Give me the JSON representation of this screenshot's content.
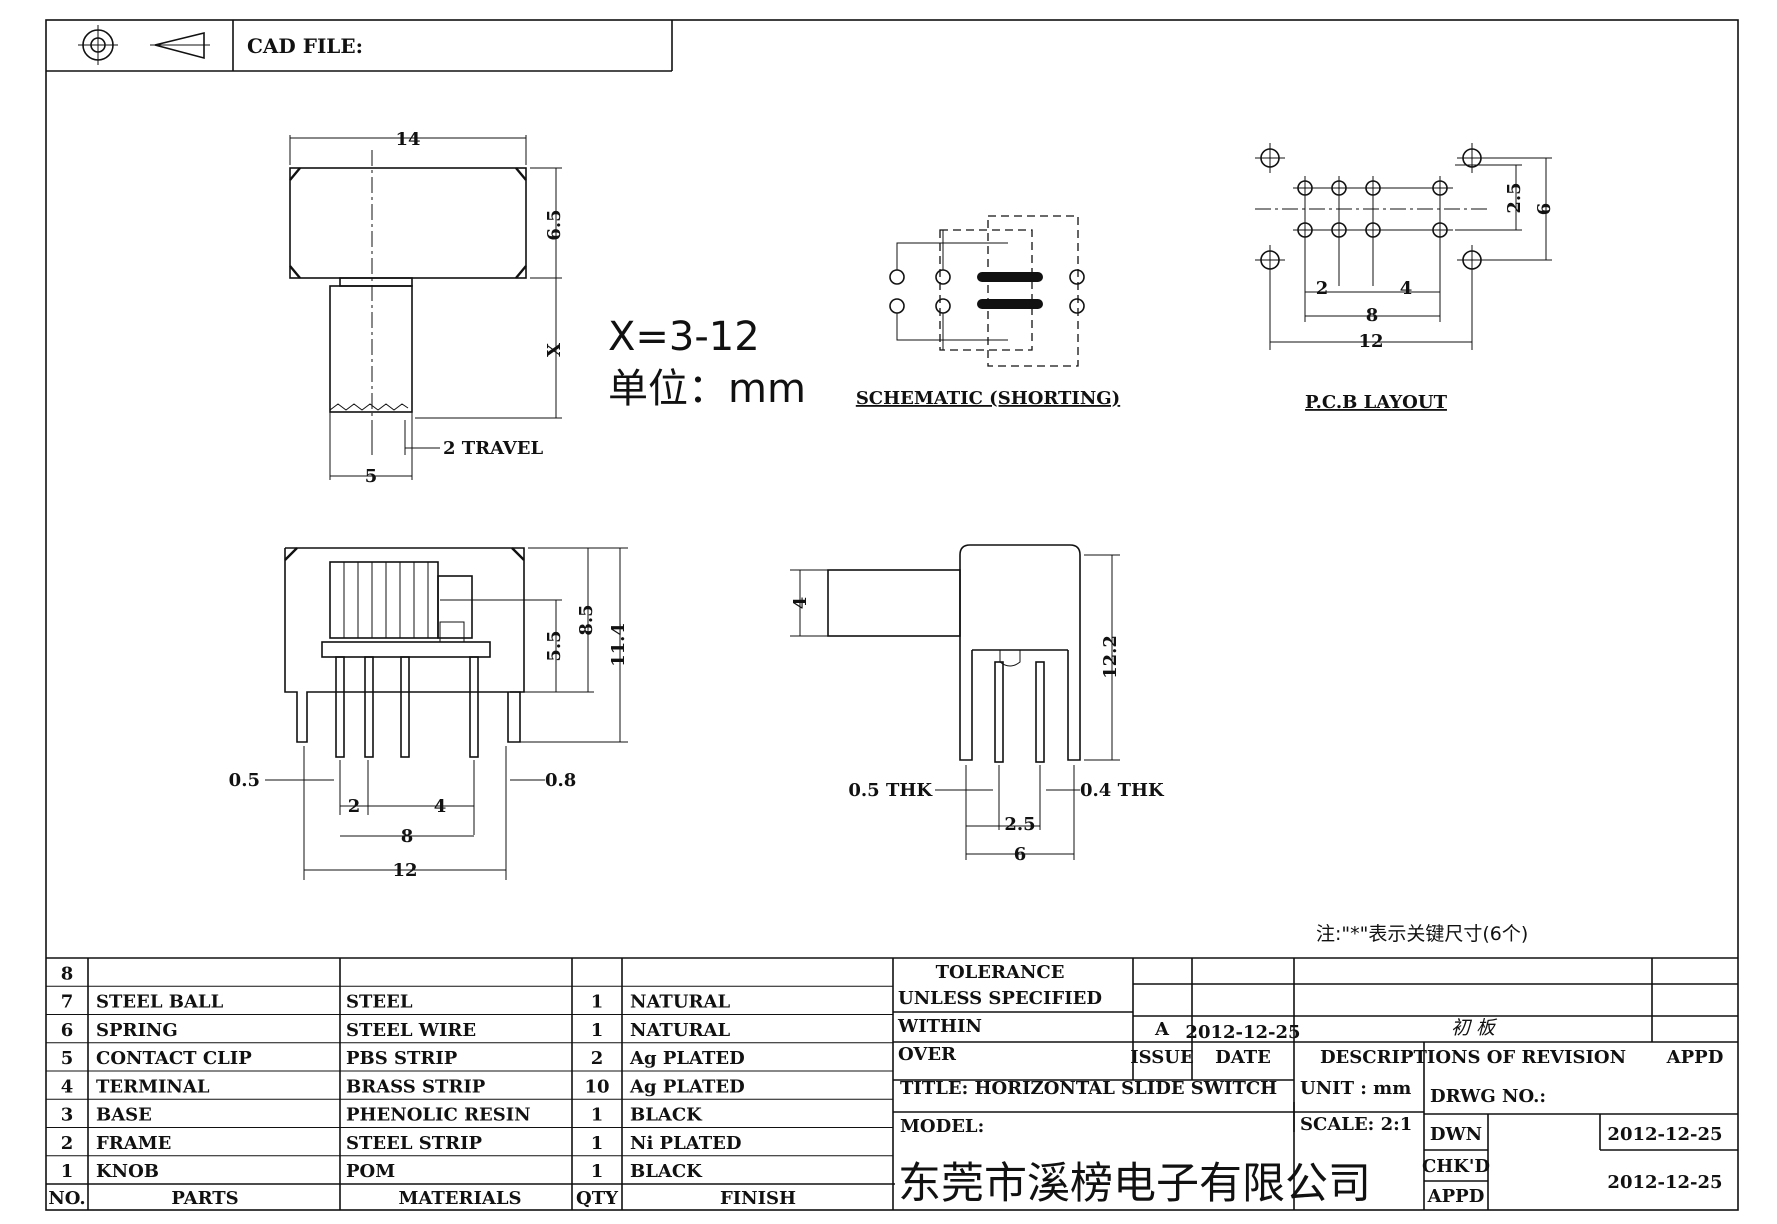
{
  "header": {
    "cad_file_label": "CAD FILE:"
  },
  "view_top": {
    "width": "14",
    "height": "6.5",
    "knob_width": "5",
    "travel": "2 TRAVEL",
    "x_label": "X"
  },
  "formula": {
    "x_range": "X=3-12",
    "unit": "单位：mm"
  },
  "schematic": {
    "label": "SCHEMATIC (SHORTING)"
  },
  "pcb": {
    "label": "P.C.B LAYOUT",
    "pitch_a": "2",
    "pitch_b": "4",
    "span_8": "8",
    "span_12": "12",
    "row": "2.5",
    "height": "6"
  },
  "view_front": {
    "h_5_5": "5.5",
    "h_8_5": "8.5",
    "h_11_4": "11.4",
    "pin_05": "0.5",
    "pin_08": "0.8",
    "p2": "2",
    "p4": "4",
    "p8": "8",
    "p12": "12"
  },
  "view_side": {
    "knob": "4",
    "height": "12.2",
    "thk_05": "0.5 THK",
    "thk_04": "0.4 THK",
    "p25": "2.5",
    "p6": "6"
  },
  "note": "注:\"*\"表示关键尺寸(6个)",
  "bom": {
    "rows": [
      {
        "no": "8",
        "part": "",
        "material": "",
        "qty": "",
        "finish": ""
      },
      {
        "no": "7",
        "part": "STEEL BALL",
        "material": "STEEL",
        "qty": "1",
        "finish": "NATURAL"
      },
      {
        "no": "6",
        "part": "SPRING",
        "material": "STEEL WIRE",
        "qty": "1",
        "finish": "NATURAL"
      },
      {
        "no": "5",
        "part": "CONTACT CLIP",
        "material": "PBS STRIP",
        "qty": "2",
        "finish": "Ag PLATED"
      },
      {
        "no": "4",
        "part": "TERMINAL",
        "material": "BRASS STRIP",
        "qty": "10",
        "finish": "Ag PLATED"
      },
      {
        "no": "3",
        "part": "BASE",
        "material": "PHENOLIC RESIN",
        "qty": "1",
        "finish": "BLACK"
      },
      {
        "no": "2",
        "part": "FRAME",
        "material": "STEEL STRIP",
        "qty": "1",
        "finish": "Ni PLATED"
      },
      {
        "no": "1",
        "part": "KNOB",
        "material": "POM",
        "qty": "1",
        "finish": "BLACK"
      }
    ],
    "headers": {
      "no": "NO.",
      "part": "PARTS",
      "material": "MATERIALS",
      "qty": "QTY",
      "finish": "FINISH"
    }
  },
  "title_block": {
    "tolerance_1": "TOLERANCE",
    "tolerance_2": "UNLESS   SPECIFIED",
    "within": "WITHIN",
    "over": "OVER",
    "issue_value": "A",
    "issue_date": "2012-12-25",
    "revision_desc": "初 板",
    "issue_label": "ISSUE",
    "date_label": "DATE",
    "desc_label": "DESCRIPTIONS  OF  REVISION",
    "appd_label": "APPD",
    "title": "TITLE: HORIZONTAL SLIDE SWITCH",
    "unit": "UNIT : mm",
    "drwg_no": "DRWG  NO.:",
    "model": "MODEL:",
    "scale": "SCALE: 2:1",
    "dwn": "DWN",
    "dwn_date": "2012-12-25",
    "chkd": "CHK'D",
    "appd2": "APPD",
    "chk_date": "2012-12-25",
    "company": "东莞市溪榜电子有限公司"
  }
}
